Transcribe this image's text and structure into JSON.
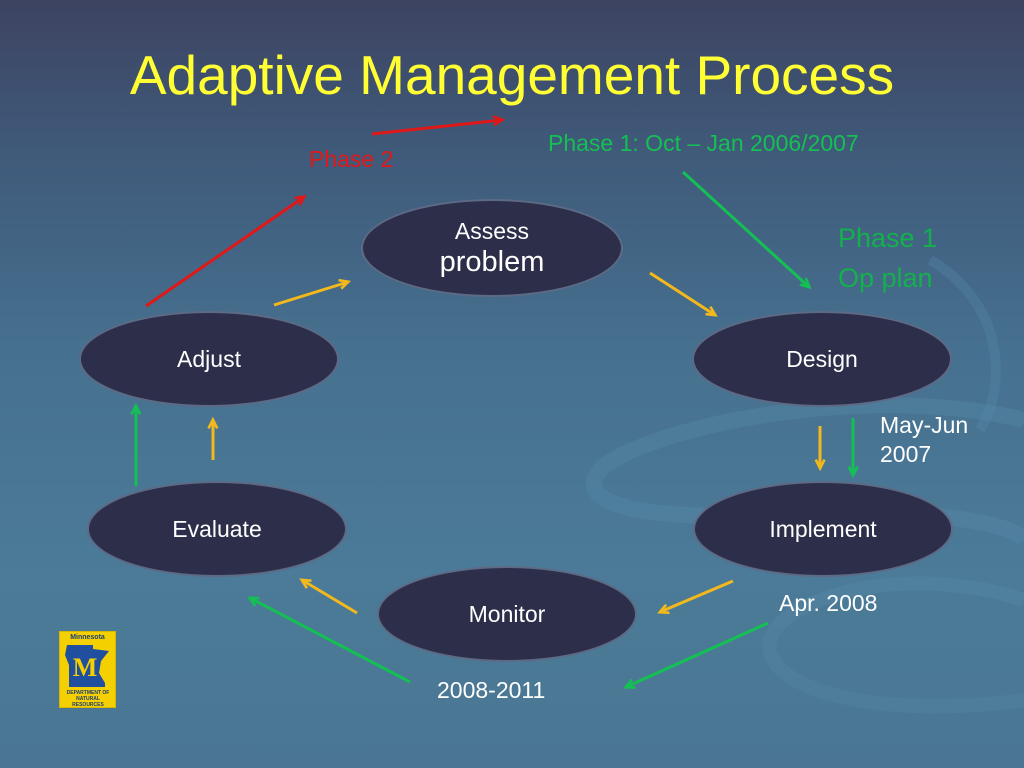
{
  "slide": {
    "title": "Adaptive Management Process"
  },
  "nodes": {
    "assess_line1": "Assess",
    "assess_line2": "problem",
    "design": "Design",
    "implement": "Implement",
    "monitor": "Monitor",
    "evaluate": "Evaluate",
    "adjust": "Adjust"
  },
  "annotations": {
    "phase2": "Phase 2",
    "phase1_schedule": "Phase 1: Oct – Jan 2006/2007",
    "phase1_op_plan_line1": "Phase 1",
    "phase1_op_plan_line2": "Op plan",
    "may_jun_line1": "May-Jun",
    "may_jun_line2": "2007",
    "apr_2008": "Apr. 2008",
    "years_2008_2011": "2008-2011"
  },
  "logo": {
    "title": "Minnesota",
    "subtitle": "DEPARTMENT OF\nNATURAL RESOURCES"
  },
  "colors": {
    "title": "#ffff33",
    "node_fill": "#2d2f4a",
    "phase_arrow_red": "#e01818",
    "phase_arrow_green": "#14c054",
    "cycle_arrow_yellow": "#f2b81c",
    "logo_yellow": "#f4d000"
  },
  "icons": {
    "logo": "minnesota-dnr-logo-icon"
  }
}
